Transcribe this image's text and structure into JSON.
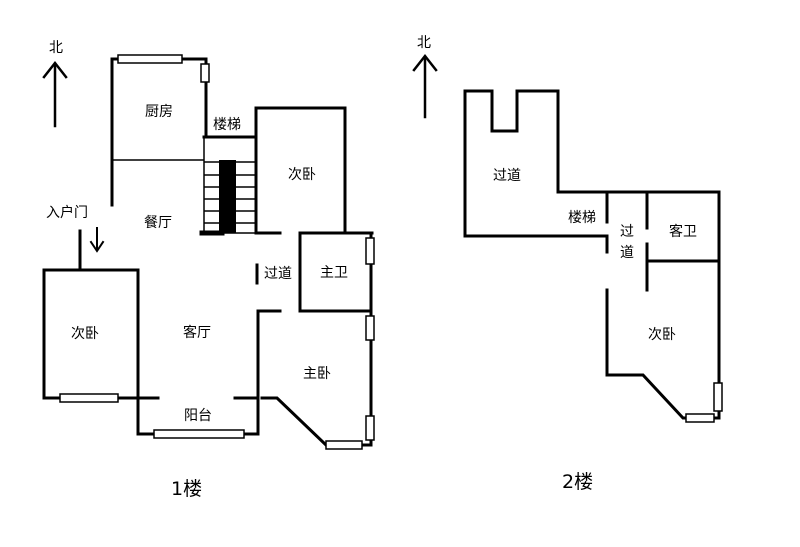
{
  "floor1": {
    "north": "北",
    "kitchen": "厨房",
    "stairs": "楼梯",
    "bedroom_ne": "次卧",
    "entrance": "入户门",
    "dining": "餐厅",
    "corridor": "过道",
    "master_bath": "主卫",
    "bedroom_w": "次卧",
    "living": "客厅",
    "master_bed": "主卧",
    "balcony": "阳台",
    "caption": "1楼"
  },
  "floor2": {
    "north": "北",
    "corridor_top": "过道",
    "stairs": "楼梯",
    "corridor_v1": "过",
    "corridor_v2": "道",
    "guest_bath": "客卫",
    "bedroom": "次卧",
    "caption": "2楼"
  }
}
